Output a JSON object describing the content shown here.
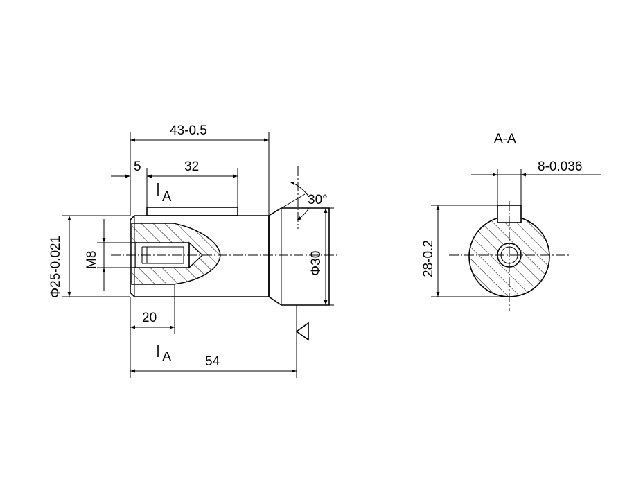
{
  "diagram": {
    "side_view": {
      "dim_overall_length": "43-0.5",
      "dim_shoulder": "5",
      "dim_key_length": "32",
      "dim_thread_depth": "20",
      "dim_total_length": "54",
      "dim_shaft_diameter": "Φ25-0.021",
      "dim_thread": "M8",
      "dim_flange_diameter": "Φ30",
      "dim_chamfer_angle": "30°",
      "section_marker_top": "A",
      "section_marker_bottom": "A"
    },
    "section_view": {
      "title": "A-A",
      "dim_key_width": "8-0.036",
      "dim_key_height": "28-0.2"
    }
  }
}
